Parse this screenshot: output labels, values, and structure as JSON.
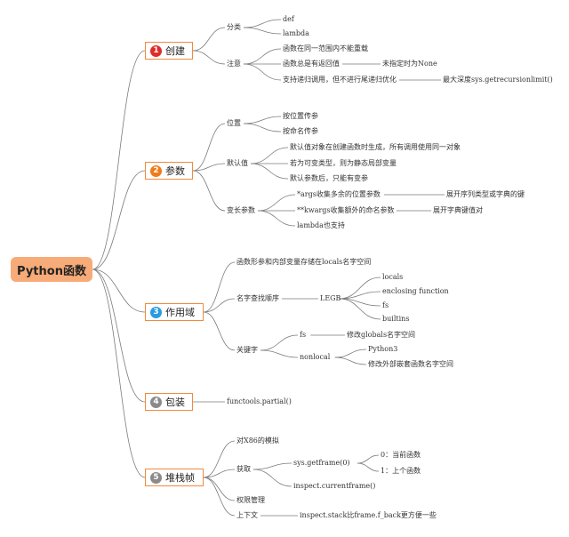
{
  "root": {
    "label": "Python函数"
  },
  "branches": [
    {
      "num": "1",
      "label": "创建",
      "color": "#e02b2b",
      "children": [
        {
          "label": "分类",
          "children": [
            {
              "label": "def"
            },
            {
              "label": "lambda"
            }
          ]
        },
        {
          "label": "注意",
          "children": [
            {
              "label": "函数在同一范围内不能重载"
            },
            {
              "label": "函数总是有返回值",
              "children": [
                {
                  "label": "未指定时为None"
                }
              ]
            },
            {
              "label": "支持递归调用，但不进行尾递归优化",
              "children": [
                {
                  "label": "最大深度sys.getrecursionlimit()"
                }
              ]
            }
          ]
        }
      ]
    },
    {
      "num": "2",
      "label": "参数",
      "color": "#f07b1a",
      "children": [
        {
          "label": "位置",
          "children": [
            {
              "label": "按位置传参"
            },
            {
              "label": "按命名传参"
            }
          ]
        },
        {
          "label": "默认值",
          "children": [
            {
              "label": "默认值对象在创建函数时生成，所有调用使用同一对象"
            },
            {
              "label": "若为可变类型，则为静态局部变量"
            },
            {
              "label": "默认参数后，只能有变参"
            }
          ]
        },
        {
          "label": "变长参数",
          "children": [
            {
              "label": "*args收集多余的位置参数",
              "children": [
                {
                  "label": "展开序列类型或字典的键"
                }
              ]
            },
            {
              "label": "**kwargs收集额外的命名参数",
              "children": [
                {
                  "label": "展开字典键值对"
                }
              ]
            },
            {
              "label": "lambda也支持"
            }
          ]
        }
      ]
    },
    {
      "num": "3",
      "label": "作用域",
      "color": "#2a9be0",
      "children": [
        {
          "label": "函数形参和内部变量存储在locals名字空间"
        },
        {
          "label": "名字查找顺序",
          "children": [
            {
              "label": "LEGB",
              "children": [
                {
                  "label": "locals"
                },
                {
                  "label": "enclosing function"
                },
                {
                  "label": "fs"
                },
                {
                  "label": "builtins"
                }
              ]
            }
          ]
        },
        {
          "label": "关键字",
          "children": [
            {
              "label": "fs",
              "children": [
                {
                  "label": "修改globals名字空间"
                }
              ]
            },
            {
              "label": "nonlocal",
              "children": [
                {
                  "label": "Python3"
                },
                {
                  "label": "修改外部嵌套函数名字空间"
                }
              ]
            }
          ]
        }
      ]
    },
    {
      "num": "4",
      "label": "包装",
      "color": "#8a8a8a",
      "children": [
        {
          "label": "functools.partial()"
        }
      ]
    },
    {
      "num": "5",
      "label": "堆栈帧",
      "color": "#8a8a8a",
      "children": [
        {
          "label": "对X86的模拟"
        },
        {
          "label": "获取",
          "children": [
            {
              "label": "sys.getframe(0)",
              "children": [
                {
                  "label": "0：当前函数"
                },
                {
                  "label": "1：上个函数"
                }
              ]
            },
            {
              "label": "inspect.currentframe()"
            }
          ]
        },
        {
          "label": "权限管理"
        },
        {
          "label": "上下文",
          "children": [
            {
              "label": "inspect.stack比frame.f_back更方便一些"
            }
          ]
        }
      ]
    }
  ]
}
